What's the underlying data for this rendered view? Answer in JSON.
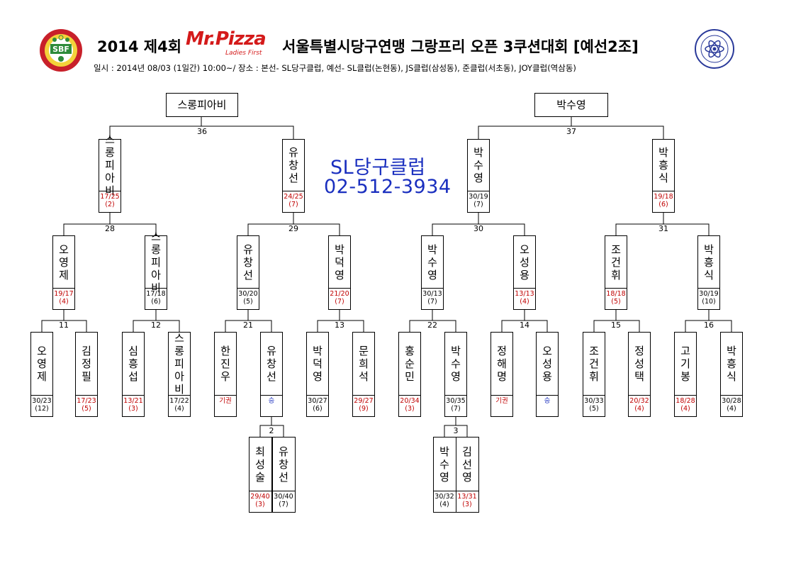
{
  "header": {
    "title_left": "2014 제4회",
    "title_right": "서울특별시당구연맹 그랑프리 오픈 3쿠션대회 [예선2조]",
    "subtitle": "일시 : 2014년 08/03 (1일간) 10:00~/ 장소 : 본선- SL당구클럽, 예선- SL클럽(논현동), JS클럽(삼성동), 준클럽(서초동), JOY클럽(역삼동)",
    "sponsor_logo": {
      "brand": "Mr.Pizza",
      "tagline": "Ladies First"
    },
    "left_seal_text": "SBF",
    "right_seal_icon": "atom-seal-icon"
  },
  "ad": {
    "line1": "SL당구클럽",
    "line2": "02-512-3934"
  },
  "colors": {
    "loss": "#c00000",
    "win_marker": "#1a2fbf",
    "ad": "#1a2fbf",
    "brand": "#d41a1a"
  },
  "finals": [
    {
      "name": "스롱피아비"
    },
    {
      "name": "박수영"
    }
  ],
  "match_numbers": {
    "m36": "36",
    "m37": "37",
    "m28": "28",
    "m29": "29",
    "m30": "30",
    "m31": "31",
    "m11": "11",
    "m12": "12",
    "m21": "21",
    "m13": "13",
    "m22": "22",
    "m14": "14",
    "m15": "15",
    "m16": "16",
    "m2": "2",
    "m3": "3"
  },
  "round_quarter": [
    {
      "name": "스롱피아비",
      "score": "17/25",
      "inning": "(2)",
      "result": "loss"
    },
    {
      "name": "유창선",
      "score": "24/25",
      "inning": "(7)",
      "result": "loss"
    },
    {
      "name": "박수영",
      "score": "30/19",
      "inning": "(7)",
      "result": "win"
    },
    {
      "name": "박흥식",
      "score": "19/18",
      "inning": "(6)",
      "result": "loss"
    }
  ],
  "round_16": [
    {
      "name": "오영제",
      "score": "19/17",
      "inning": "(4)",
      "result": "loss"
    },
    {
      "name": "스롱피아비",
      "score": "17/18",
      "inning": "(6)",
      "result": "win"
    },
    {
      "name": "유창선",
      "score": "30/20",
      "inning": "(5)",
      "result": "win"
    },
    {
      "name": "박덕영",
      "score": "21/20",
      "inning": "(7)",
      "result": "loss"
    },
    {
      "name": "박수영",
      "score": "30/13",
      "inning": "(7)",
      "result": "win"
    },
    {
      "name": "오성용",
      "score": "13/13",
      "inning": "(4)",
      "result": "loss"
    },
    {
      "name": "조건휘",
      "score": "18/18",
      "inning": "(5)",
      "result": "loss"
    },
    {
      "name": "박흥식",
      "score": "30/19",
      "inning": "(10)",
      "result": "win"
    }
  ],
  "round_32": [
    {
      "name": "오영제",
      "score": "30/23",
      "inning": "(12)",
      "result": "win"
    },
    {
      "name": "김정필",
      "score": "17/23",
      "inning": "(5)",
      "result": "loss"
    },
    {
      "name": "심흥섭",
      "score": "13/21",
      "inning": "(3)",
      "result": "loss"
    },
    {
      "name": "스롱피아비",
      "score": "17/22",
      "inning": "(4)",
      "result": "win"
    },
    {
      "name": "한진우",
      "score": "기권",
      "inning": "",
      "result": "loss"
    },
    {
      "name": "유창선",
      "score": "승",
      "inning": "",
      "result": "winw"
    },
    {
      "name": "박덕영",
      "score": "30/27",
      "inning": "(6)",
      "result": "win"
    },
    {
      "name": "문희석",
      "score": "29/27",
      "inning": "(9)",
      "result": "loss"
    },
    {
      "name": "홍순민",
      "score": "20/34",
      "inning": "(3)",
      "result": "loss"
    },
    {
      "name": "박수영",
      "score": "30/35",
      "inning": "(7)",
      "result": "win"
    },
    {
      "name": "정해명",
      "score": "기권",
      "inning": "",
      "result": "loss"
    },
    {
      "name": "오성용",
      "score": "승",
      "inning": "",
      "result": "winw"
    },
    {
      "name": "조건휘",
      "score": "30/33",
      "inning": "(5)",
      "result": "win"
    },
    {
      "name": "정성택",
      "score": "20/32",
      "inning": "(4)",
      "result": "loss"
    },
    {
      "name": "고기봉",
      "score": "18/28",
      "inning": "(4)",
      "result": "loss"
    },
    {
      "name": "박흥식",
      "score": "30/28",
      "inning": "(4)",
      "result": "win"
    }
  ],
  "round_prelim": [
    {
      "name": "최성술",
      "score": "29/40",
      "inning": "(3)",
      "result": "loss"
    },
    {
      "name": "유창선",
      "score": "30/40",
      "inning": "(7)",
      "result": "win"
    },
    {
      "name": "박수영",
      "score": "30/32",
      "inning": "(4)",
      "result": "win"
    },
    {
      "name": "김선영",
      "score": "13/31",
      "inning": "(3)",
      "result": "loss"
    }
  ]
}
